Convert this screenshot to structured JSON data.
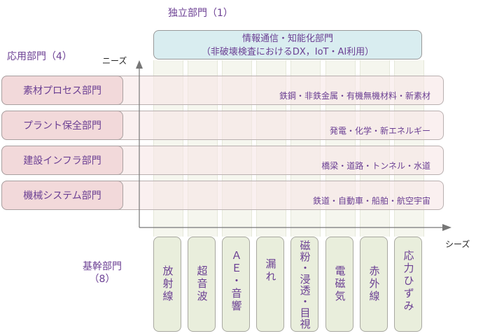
{
  "independent": {
    "heading": "独立部門（1）",
    "box_line1": "情報通信・知能化部門",
    "box_line2": "（非破壊検査におけるDX，IoT・AI利用）"
  },
  "applied": {
    "heading": "応用部門（4）",
    "rows": [
      {
        "label": "素材プロセス部門",
        "fields": "鉄鋼・非鉄金属・有機無機材料・新素材"
      },
      {
        "label": "プラント保全部門",
        "fields": "発電・化学・新エネルギー"
      },
      {
        "label": "建設インフラ部門",
        "fields": "橋梁・道路・トンネル・水道"
      },
      {
        "label": "機械システム部門",
        "fields": "鉄道・自動車・船舶・航空宇宙"
      }
    ]
  },
  "axes": {
    "y_label": "ニーズ",
    "x_label": "シーズ"
  },
  "core": {
    "heading_line1": "基幹部門",
    "heading_line2": "（8）",
    "columns": [
      "放射線",
      "超音波",
      "ＡＥ・音響",
      "漏れ",
      "磁粉・浸透・目視",
      "電磁気",
      "赤外線",
      "応力ひずみ"
    ]
  }
}
